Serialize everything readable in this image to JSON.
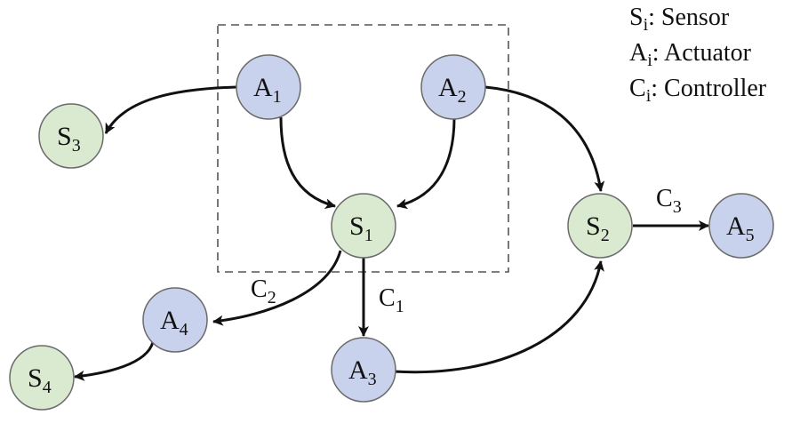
{
  "legend": {
    "items": [
      {
        "symbol": "S",
        "sub": "i",
        "text": ": Sensor"
      },
      {
        "symbol": "A",
        "sub": "i",
        "text": ": Actuator"
      },
      {
        "symbol": "C",
        "sub": "i",
        "text": ": Controller"
      }
    ]
  },
  "colors": {
    "actuator_fill": "#c9d2ec",
    "sensor_fill": "#d9ead0",
    "node_stroke": "#6b6b6b",
    "edge": "#111111",
    "group_box": "#555555"
  },
  "nodes": {
    "A1": {
      "symbol": "A",
      "sub": "1",
      "kind": "actuator"
    },
    "A2": {
      "symbol": "A",
      "sub": "2",
      "kind": "actuator"
    },
    "A3": {
      "symbol": "A",
      "sub": "3",
      "kind": "actuator"
    },
    "A4": {
      "symbol": "A",
      "sub": "4",
      "kind": "actuator"
    },
    "A5": {
      "symbol": "A",
      "sub": "5",
      "kind": "actuator"
    },
    "S1": {
      "symbol": "S",
      "sub": "1",
      "kind": "sensor"
    },
    "S2": {
      "symbol": "S",
      "sub": "2",
      "kind": "sensor"
    },
    "S3": {
      "symbol": "S",
      "sub": "3",
      "kind": "sensor"
    },
    "S4": {
      "symbol": "S",
      "sub": "4",
      "kind": "sensor"
    }
  },
  "edge_labels": {
    "C1": {
      "symbol": "C",
      "sub": "1"
    },
    "C2": {
      "symbol": "C",
      "sub": "2"
    },
    "C3": {
      "symbol": "C",
      "sub": "3"
    }
  },
  "edges": [
    {
      "from": "A1",
      "to": "S3"
    },
    {
      "from": "A1",
      "to": "S1"
    },
    {
      "from": "A2",
      "to": "S1"
    },
    {
      "from": "A2",
      "to": "S2"
    },
    {
      "from": "S1",
      "to": "A3",
      "label": "C1"
    },
    {
      "from": "S1",
      "to": "A4",
      "label": "C2"
    },
    {
      "from": "A4",
      "to": "S4"
    },
    {
      "from": "A3",
      "to": "S2"
    },
    {
      "from": "S2",
      "to": "A5",
      "label": "C3"
    }
  ]
}
